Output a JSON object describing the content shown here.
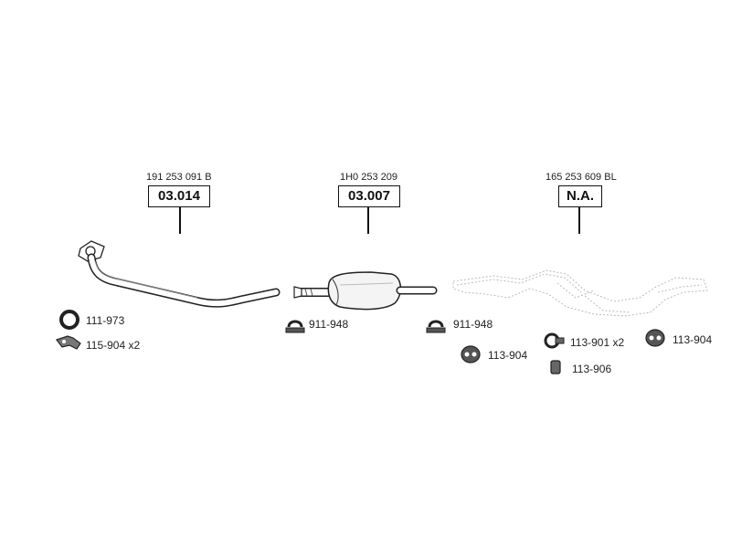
{
  "diagram": {
    "sections": [
      {
        "oem_number": "191 253 091 B",
        "ref": "03.014"
      },
      {
        "oem_number": "1H0 253 209",
        "ref": "03.007"
      },
      {
        "oem_number": "165 253 609 BL",
        "ref": "N.A."
      }
    ],
    "accessories": [
      {
        "label": "111-973",
        "icon": "ring-gasket-icon"
      },
      {
        "label": "115-904 x2",
        "icon": "bracket-icon"
      },
      {
        "label": "911-948",
        "icon": "clamp-icon"
      },
      {
        "label": "911-948",
        "icon": "clamp-icon"
      },
      {
        "label": "113-904",
        "icon": "rubber-mount-icon"
      },
      {
        "label": "113-901 x2",
        "icon": "hanger-ring-icon"
      },
      {
        "label": "113-906",
        "icon": "rubber-block-icon"
      },
      {
        "label": "113-904",
        "icon": "rubber-mount-icon"
      }
    ]
  }
}
